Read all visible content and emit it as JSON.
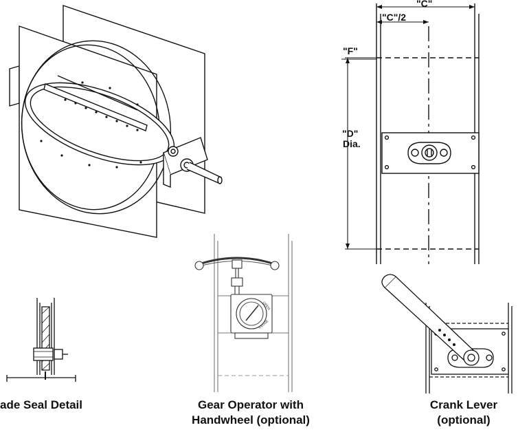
{
  "dimensions": {
    "c": "\"C\"",
    "c_half": "\"C\"/2",
    "f": "\"F\"",
    "d": "\"D\"",
    "dia": "Dia."
  },
  "captions": {
    "blade_seal": "ade Seal Detail",
    "gear_operator_line1": "Gear Operator with",
    "gear_operator_line2": "Handwheel (optional)",
    "crank_lever_line1": "Crank Lever",
    "crank_lever_line2": "(optional)"
  },
  "gear_markings": {
    "open": "OPEN",
    "close": "CLOSE"
  }
}
